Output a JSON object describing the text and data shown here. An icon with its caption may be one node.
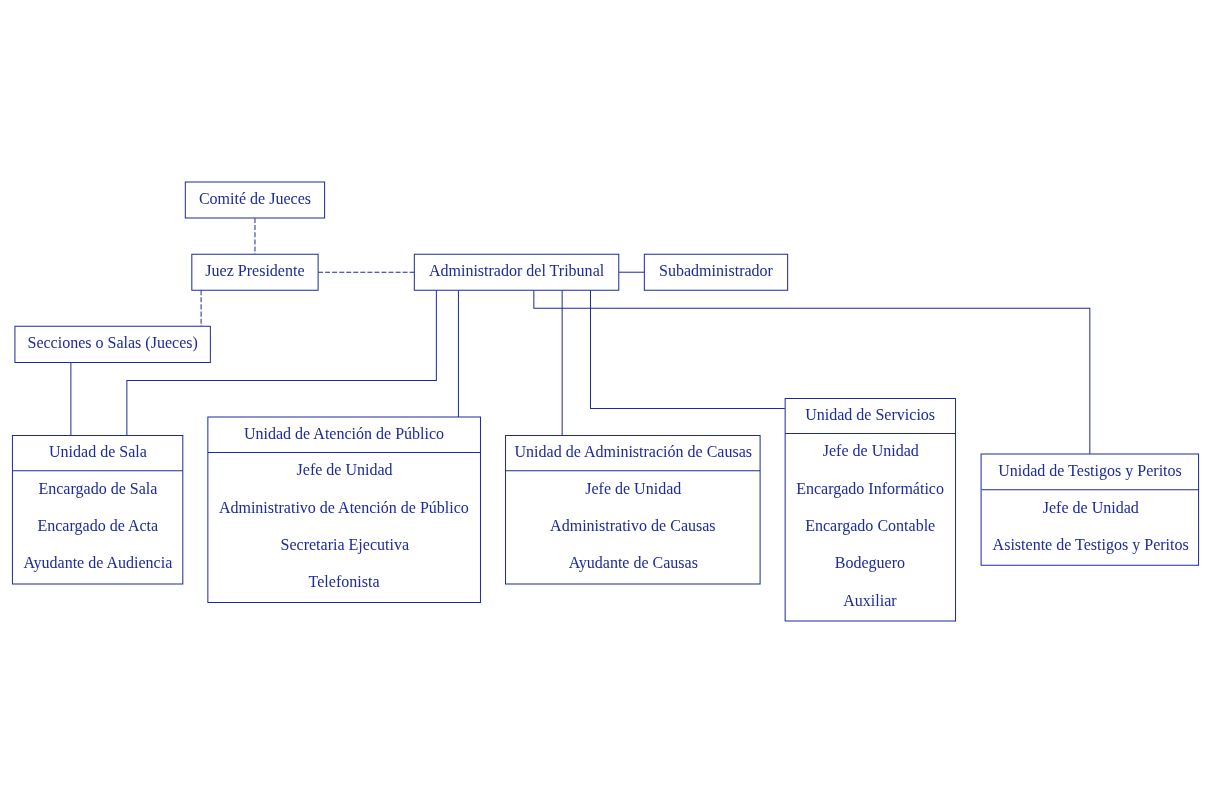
{
  "diagram": {
    "nodes": [
      {
        "text": [
          "Comité de Jueces"
        ]
      },
      {
        "text": [
          "Juez Presidente"
        ]
      },
      {
        "text": [
          "Administrador del Tribunal"
        ]
      },
      {
        "text": [
          "Subadministrador"
        ]
      },
      {
        "text": [
          "Secciones o Salas (Jueces)"
        ]
      },
      {
        "text": [
          "Unidad de Sala",
          "Encargado de Sala",
          "Encargado de Acta",
          "Ayudante de Audiencia"
        ]
      },
      {
        "text": [
          "Unidad de Atención de Público",
          "Jefe de Unidad",
          "Administrativo de Atención de Público",
          "Secretaria Ejecutiva",
          "Telefonista"
        ]
      },
      {
        "text": [
          "Unidad de Administración de Causas",
          "Jefe de Unidad",
          "Administrativo de Causas",
          "Ayudante de Causas"
        ]
      },
      {
        "text": [
          "Unidad de Servicios",
          "Jefe de Unidad",
          "Encargado Informático",
          "Encargado Contable",
          "Bodeguero",
          "Auxiliar"
        ]
      },
      {
        "text": [
          "Unidad de Testigos y Peritos",
          "Jefe de Unidad",
          "Asistente de Testigos y Peritos"
        ]
      }
    ],
    "edges": [
      {
        "from": 0,
        "to": 1,
        "arrow": "none",
        "style": "dashed"
      },
      {
        "from": 1,
        "to": 2,
        "arrow": "none",
        "style": "dashed"
      },
      {
        "from": 2,
        "to": 3,
        "arrow": "none"
      },
      {
        "from": 1,
        "to": 4,
        "arrow": "none",
        "style": "dashed"
      },
      {
        "from": 4,
        "to": 5,
        "arrow": "none"
      },
      {
        "from": 2,
        "to": 5,
        "arrow": "none"
      },
      {
        "from": 2,
        "to": 6,
        "arrow": "none"
      },
      {
        "from": 2,
        "to": 7,
        "arrow": "none"
      },
      {
        "from": 2,
        "to": 8,
        "arrow": "none"
      },
      {
        "from": 2,
        "to": 9,
        "arrow": "none"
      }
    ]
  }
}
